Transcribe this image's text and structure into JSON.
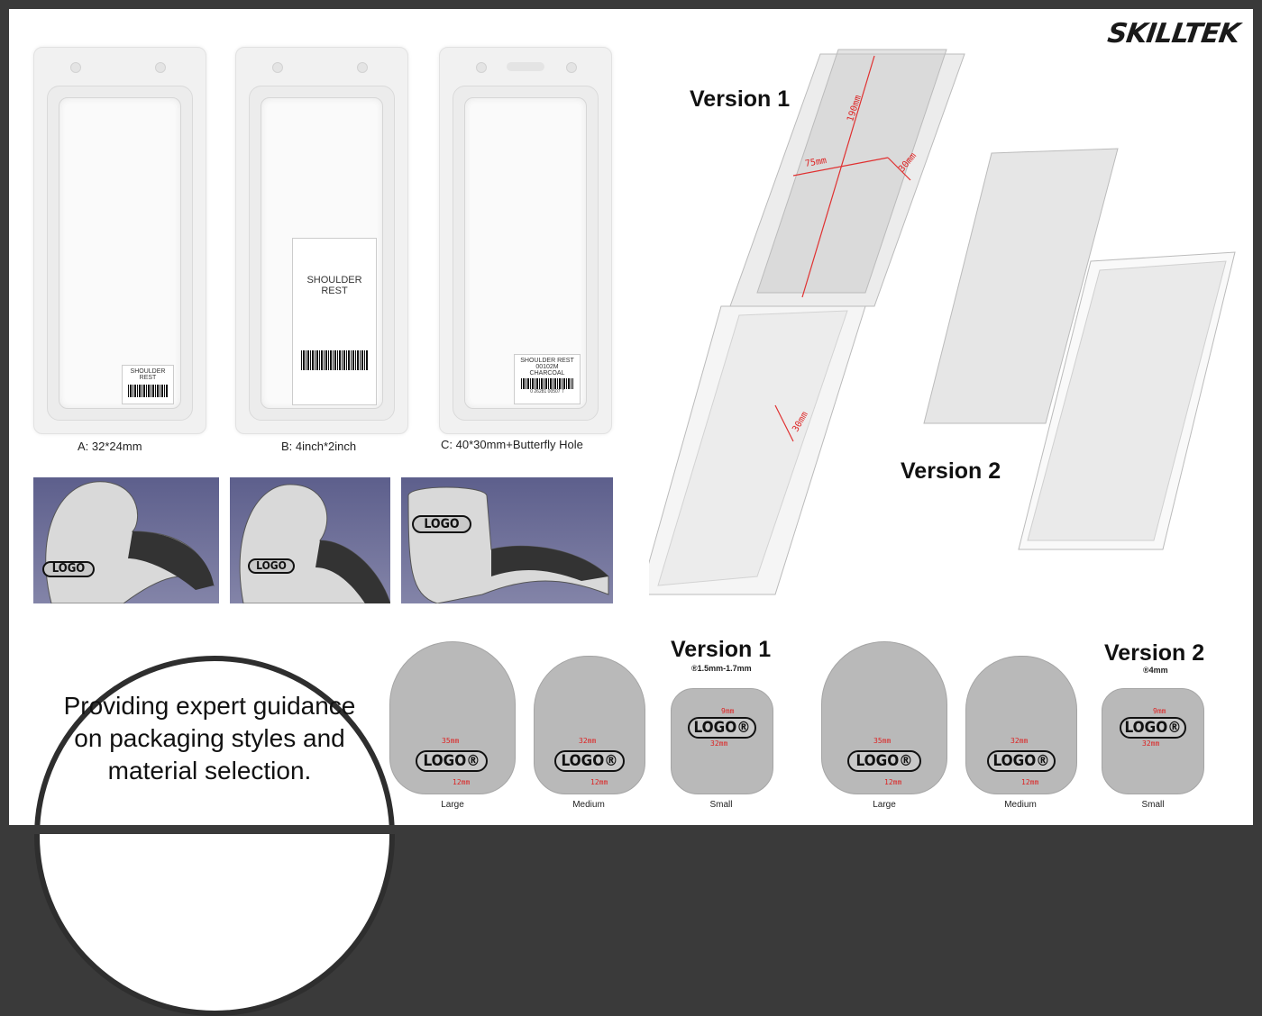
{
  "brand": "SKILLTEK",
  "blisters": [
    {
      "caption": "A: 32*24mm",
      "label_lines": [
        "SHOULDER REST"
      ]
    },
    {
      "caption": "B: 4inch*2inch",
      "label_lines": [
        "SHOULDER REST"
      ]
    },
    {
      "caption": "C: 40*30mm+Butterfly Hole",
      "label_lines": [
        "SHOULDER REST",
        "00102M",
        "CHARCOAL"
      ],
      "barcode_number": "0  26281  00507  7"
    }
  ],
  "renders": {
    "logo_text": "LOGO",
    "background_color": "#6a6c96"
  },
  "boxes": {
    "version1_title": "Version 1",
    "version2_title": "Version 2",
    "dimensions": [
      "190mm",
      "75mm",
      "30mm",
      "30mm"
    ],
    "dimension_color": "#e03030"
  },
  "logo_sizes": {
    "version1": {
      "title": "Version 1",
      "note": "®1.5mm-1.7mm"
    },
    "version2": {
      "title": "Version 2",
      "note": "®4mm"
    },
    "items": [
      {
        "size": "Large",
        "width": "35mm",
        "offset": "12mm",
        "logo": "LOGO®"
      },
      {
        "size": "Medium",
        "width": "32mm",
        "offset": "12mm",
        "logo": "LOGO®"
      },
      {
        "size": "Small",
        "width": "32mm",
        "offset": "9mm",
        "logo": "LOGO®"
      },
      {
        "size": "Large",
        "width": "35mm",
        "offset": "12mm",
        "logo": "LOGO®"
      },
      {
        "size": "Medium",
        "width": "32mm",
        "offset": "12mm",
        "logo": "LOGO®"
      },
      {
        "size": "Small",
        "width": "32mm",
        "offset": "9mm",
        "logo": "LOGO®"
      }
    ]
  },
  "tagline": "Providing expert guidance on packaging styles and material selection."
}
